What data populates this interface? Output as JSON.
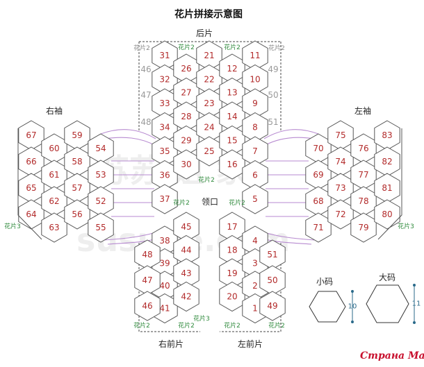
{
  "title": "花片拼接示意图",
  "labels": {
    "back": "后片",
    "right_sleeve": "右袖",
    "left_sleeve": "左袖",
    "neckline": "领口",
    "right_front": "右前片",
    "left_front": "左前片"
  },
  "motif_tags": {
    "motif2": "花片2",
    "motif3": "花片3"
  },
  "side_numbers": [
    "46",
    "47",
    "48",
    "49",
    "50",
    "51"
  ],
  "hexes": {
    "back_col1": [
      "31",
      "32",
      "33",
      "34",
      "35",
      "36",
      "37"
    ],
    "back_col2": [
      "26",
      "27",
      "28",
      "29",
      "30"
    ],
    "back_col3": [
      "21",
      "22",
      "23",
      "24",
      "25"
    ],
    "back_col4": [
      "12",
      "13",
      "14",
      "15",
      "16"
    ],
    "back_col5": [
      "11",
      "10",
      "9",
      "8",
      "7",
      "6",
      "5"
    ],
    "rfront_col1": [
      "38",
      "39",
      "40",
      "41"
    ],
    "rfront_col2": [
      "45",
      "44",
      "43",
      "42"
    ],
    "rfront_side": [
      "48",
      "47",
      "46"
    ],
    "lfront_col1": [
      "17",
      "18",
      "19",
      "20"
    ],
    "lfront_col2": [
      "4",
      "3",
      "2",
      "1"
    ],
    "lfront_side": [
      "51",
      "50",
      "49"
    ],
    "rsleeve_col1": [
      "67",
      "66",
      "65",
      "64"
    ],
    "rsleeve_col2": [
      "60",
      "61",
      "62",
      "63"
    ],
    "rsleeve_col3": [
      "59",
      "58",
      "57",
      "56"
    ],
    "rsleeve_col4": [
      "54",
      "53",
      "52",
      "55"
    ],
    "lsleeve_col1": [
      "70",
      "69",
      "68",
      "71"
    ],
    "lsleeve_col2": [
      "75",
      "74",
      "73",
      "72"
    ],
    "lsleeve_col3": [
      "76",
      "77",
      "78",
      "79"
    ],
    "lsleeve_col4": [
      "83",
      "82",
      "81",
      "80"
    ]
  },
  "size_legend": {
    "small_label": "小码",
    "large_label": "大码",
    "small_dim": "10",
    "large_dim": "11"
  },
  "watermark_top": "苏苏 姐 家",
  "watermark_bottom": "susujie.com",
  "brand": "Страна Мам"
}
